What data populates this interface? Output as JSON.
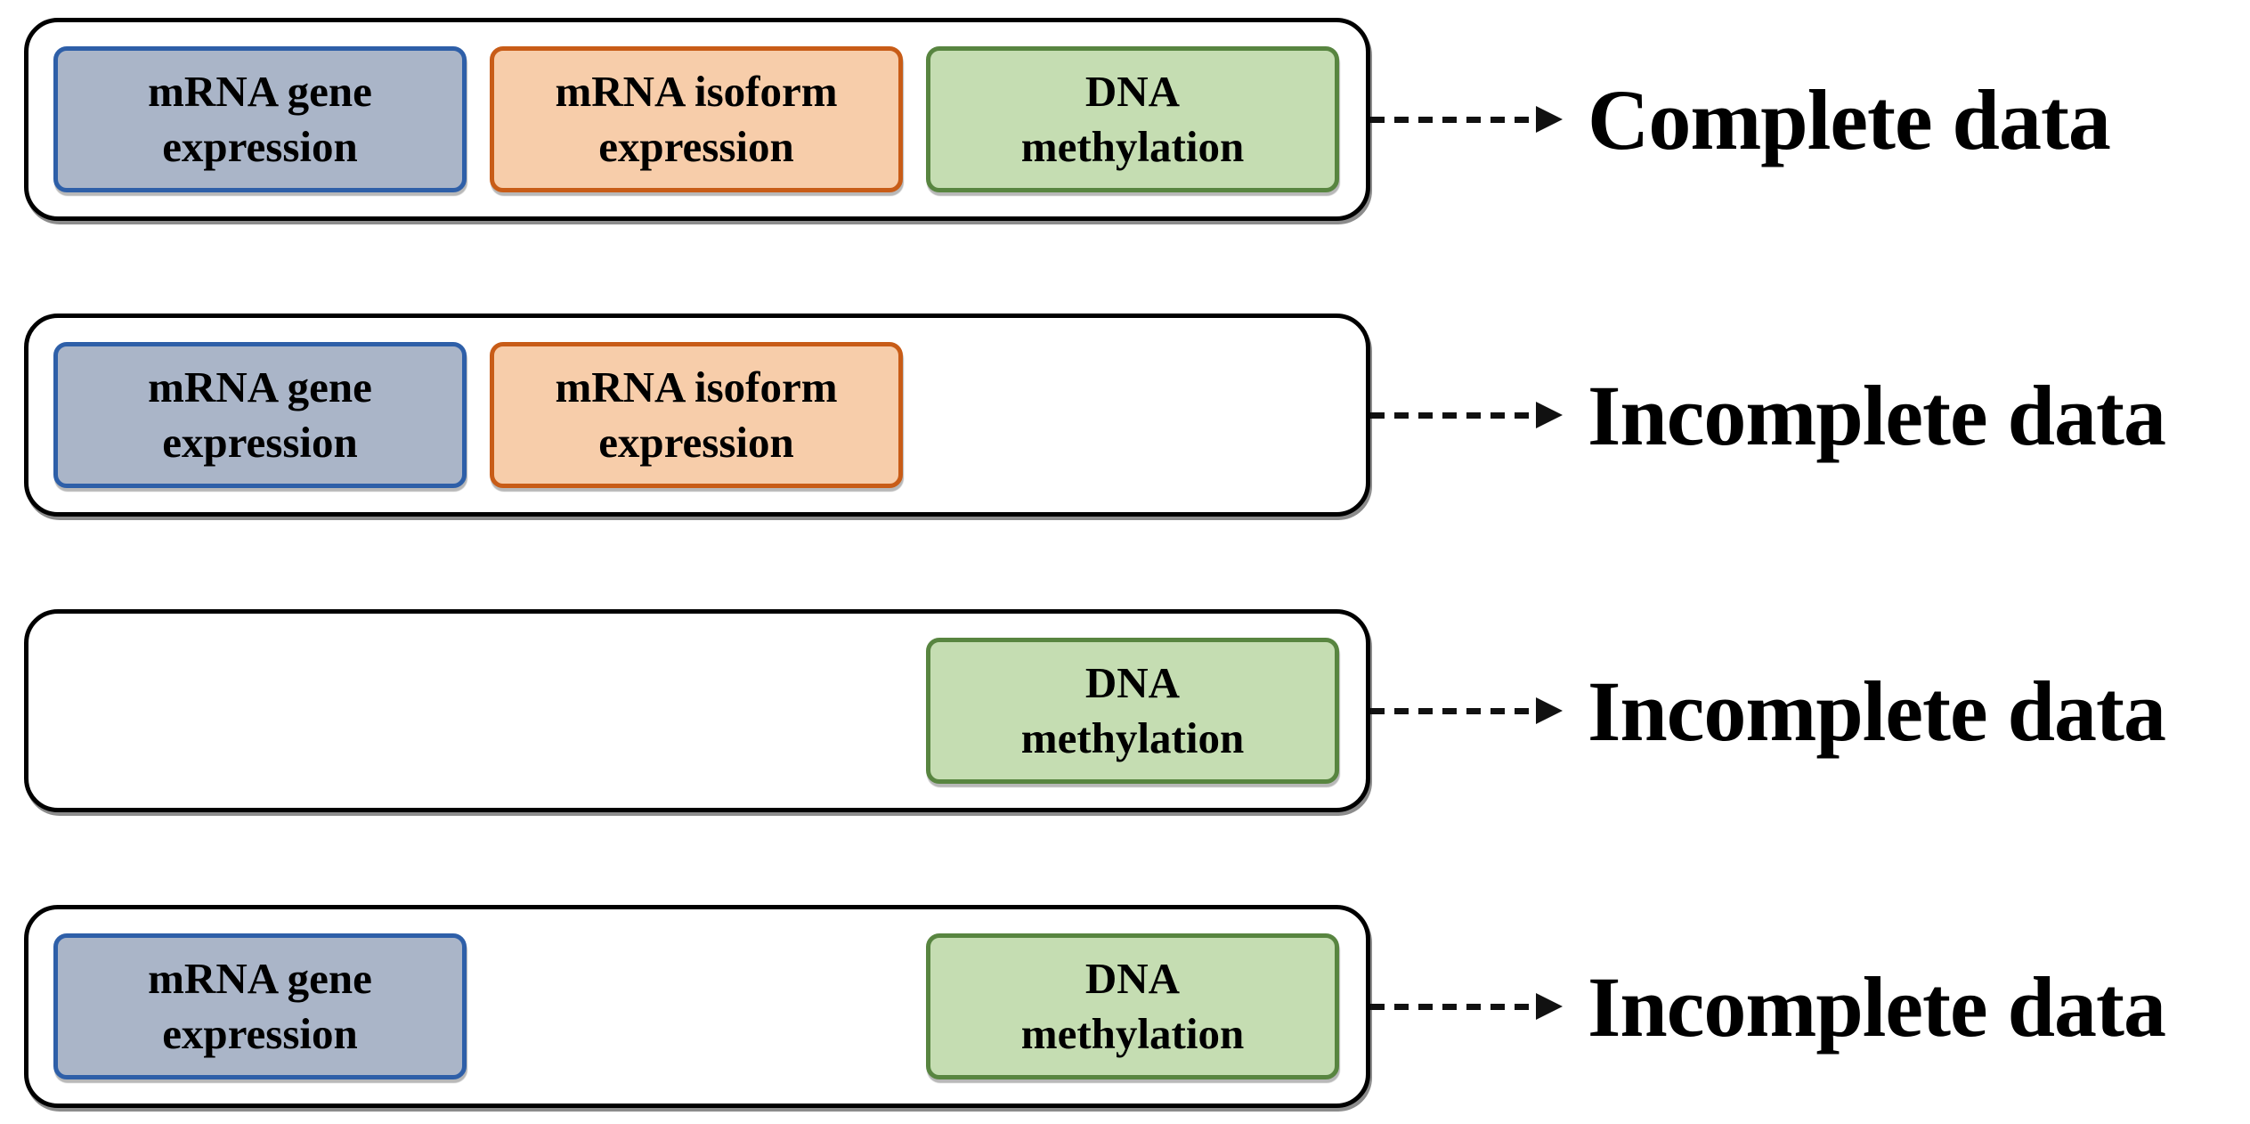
{
  "diagram": {
    "rows": [
      {
        "label": "Complete data",
        "slots": [
          "gene",
          "isoform",
          "methylation"
        ]
      },
      {
        "label": "Incomplete data",
        "slots": [
          "gene",
          "isoform",
          null
        ]
      },
      {
        "label": "Incomplete data",
        "slots": [
          null,
          null,
          "methylation"
        ]
      },
      {
        "label": "Incomplete data",
        "slots": [
          "gene",
          null,
          "methylation"
        ]
      }
    ],
    "blocks": {
      "gene": {
        "name": "mrna-gene-expression",
        "lines": [
          "mRNA gene",
          "expression"
        ],
        "fill": "#aab5c8",
        "border": "#2e5fa8"
      },
      "isoform": {
        "name": "mrna-isoform-expression",
        "lines": [
          "mRNA isoform",
          "expression"
        ],
        "fill": "#f7cdaa",
        "border": "#c85c17"
      },
      "methylation": {
        "name": "dna-methylation",
        "lines": [
          "DNA",
          "methylation"
        ],
        "fill": "#c5ddb2",
        "border": "#588540"
      }
    },
    "colors": {
      "outline": "#000000",
      "arrow": "#111111",
      "label_text": "#000000",
      "background": "#ffffff"
    }
  }
}
